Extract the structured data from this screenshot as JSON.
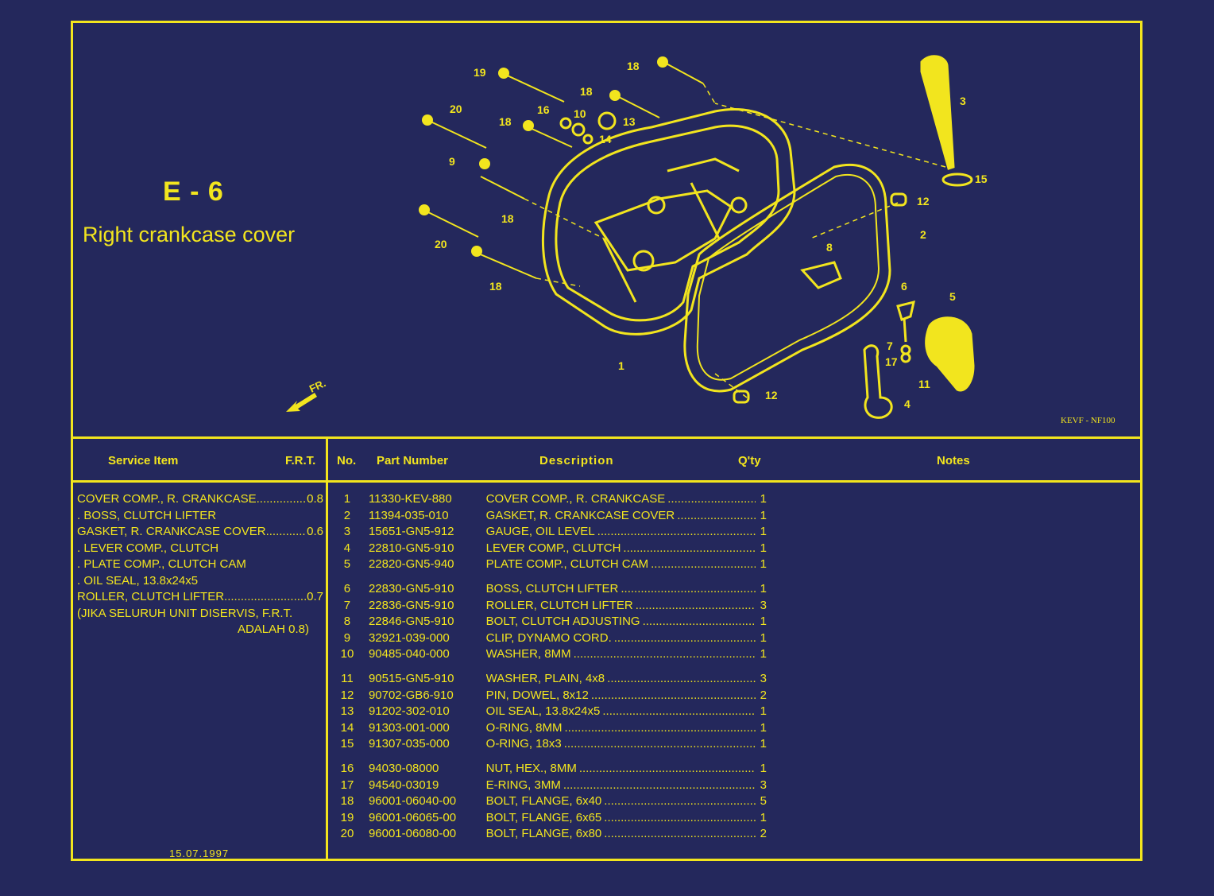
{
  "page": {
    "code": "E - 6",
    "title": "Right crankcase cover",
    "fr_label": "FR.",
    "footer_code": "KEVF - NF100",
    "date": "15.07.1997"
  },
  "headers": {
    "service_item": "Service Item",
    "frt": "F.R.T.",
    "no": "No.",
    "part_number": "Part Number",
    "description": "Description",
    "qty": "Q'ty",
    "notes": "Notes"
  },
  "service_items": [
    {
      "text": "COVER COMP., R. CRANKCASE",
      "frt": "0.8"
    },
    {
      "text": ". BOSS, CLUTCH LIFTER",
      "frt": ""
    },
    {
      "text": "GASKET, R. CRANKCASE COVER",
      "frt": "0.6"
    },
    {
      "text": ". LEVER COMP., CLUTCH",
      "frt": ""
    },
    {
      "text": ". PLATE COMP., CLUTCH CAM",
      "frt": ""
    },
    {
      "text": ". OIL SEAL, 13.8x24x5",
      "frt": ""
    },
    {
      "text": "ROLLER, CLUTCH LIFTER",
      "frt": "0.7"
    },
    {
      "text": "(JIKA SELURUH UNIT DISERVIS, F.R.T.",
      "frt": ""
    },
    {
      "text": "ADALAH 0.8)",
      "frt": ""
    }
  ],
  "parts": [
    {
      "no": "1",
      "pn": "11330-KEV-880",
      "desc": "COVER COMP., R. CRANKCASE",
      "qty": "1"
    },
    {
      "no": "2",
      "pn": "11394-035-010",
      "desc": "GASKET, R. CRANKCASE COVER",
      "qty": "1"
    },
    {
      "no": "3",
      "pn": "15651-GN5-912",
      "desc": "GAUGE, OIL LEVEL",
      "qty": "1"
    },
    {
      "no": "4",
      "pn": "22810-GN5-910",
      "desc": "LEVER COMP., CLUTCH",
      "qty": "1"
    },
    {
      "no": "5",
      "pn": "22820-GN5-940",
      "desc": "PLATE COMP., CLUTCH CAM",
      "qty": "1"
    },
    {
      "no": "6",
      "pn": "22830-GN5-910",
      "desc": "BOSS, CLUTCH LIFTER",
      "qty": "1"
    },
    {
      "no": "7",
      "pn": "22836-GN5-910",
      "desc": "ROLLER, CLUTCH LIFTER",
      "qty": "3"
    },
    {
      "no": "8",
      "pn": "22846-GN5-910",
      "desc": "BOLT, CLUTCH ADJUSTING",
      "qty": "1"
    },
    {
      "no": "9",
      "pn": "32921-039-000",
      "desc": "CLIP, DYNAMO CORD.",
      "qty": "1"
    },
    {
      "no": "10",
      "pn": "90485-040-000",
      "desc": "WASHER, 8MM",
      "qty": "1"
    },
    {
      "no": "11",
      "pn": "90515-GN5-910",
      "desc": "WASHER, PLAIN, 4x8",
      "qty": "3"
    },
    {
      "no": "12",
      "pn": "90702-GB6-910",
      "desc": "PIN, DOWEL, 8x12",
      "qty": "2"
    },
    {
      "no": "13",
      "pn": "91202-302-010",
      "desc": "OIL SEAL, 13.8x24x5",
      "qty": "1"
    },
    {
      "no": "14",
      "pn": "91303-001-000",
      "desc": "O-RING, 8MM",
      "qty": "1"
    },
    {
      "no": "15",
      "pn": "91307-035-000",
      "desc": "O-RING, 18x3",
      "qty": "1"
    },
    {
      "no": "16",
      "pn": "94030-08000",
      "desc": "NUT, HEX., 8MM",
      "qty": "1"
    },
    {
      "no": "17",
      "pn": "94540-03019",
      "desc": "E-RING, 3MM",
      "qty": "3"
    },
    {
      "no": "18",
      "pn": "96001-06040-00",
      "desc": "BOLT, FLANGE, 6x40",
      "qty": "5"
    },
    {
      "no": "19",
      "pn": "96001-06065-00",
      "desc": "BOLT, FLANGE, 6x65",
      "qty": "1"
    },
    {
      "no": "20",
      "pn": "96001-06080-00",
      "desc": "BOLT, FLANGE, 6x80",
      "qty": "2"
    }
  ],
  "callouts": [
    "1",
    "2",
    "3",
    "4",
    "5",
    "6",
    "7",
    "8",
    "9",
    "10",
    "11",
    "12",
    "12",
    "13",
    "14",
    "15",
    "16",
    "17",
    "18",
    "18",
    "18",
    "18",
    "18",
    "19",
    "20",
    "20"
  ],
  "colors": {
    "background": "#24285c",
    "ink": "#f2e51e"
  }
}
